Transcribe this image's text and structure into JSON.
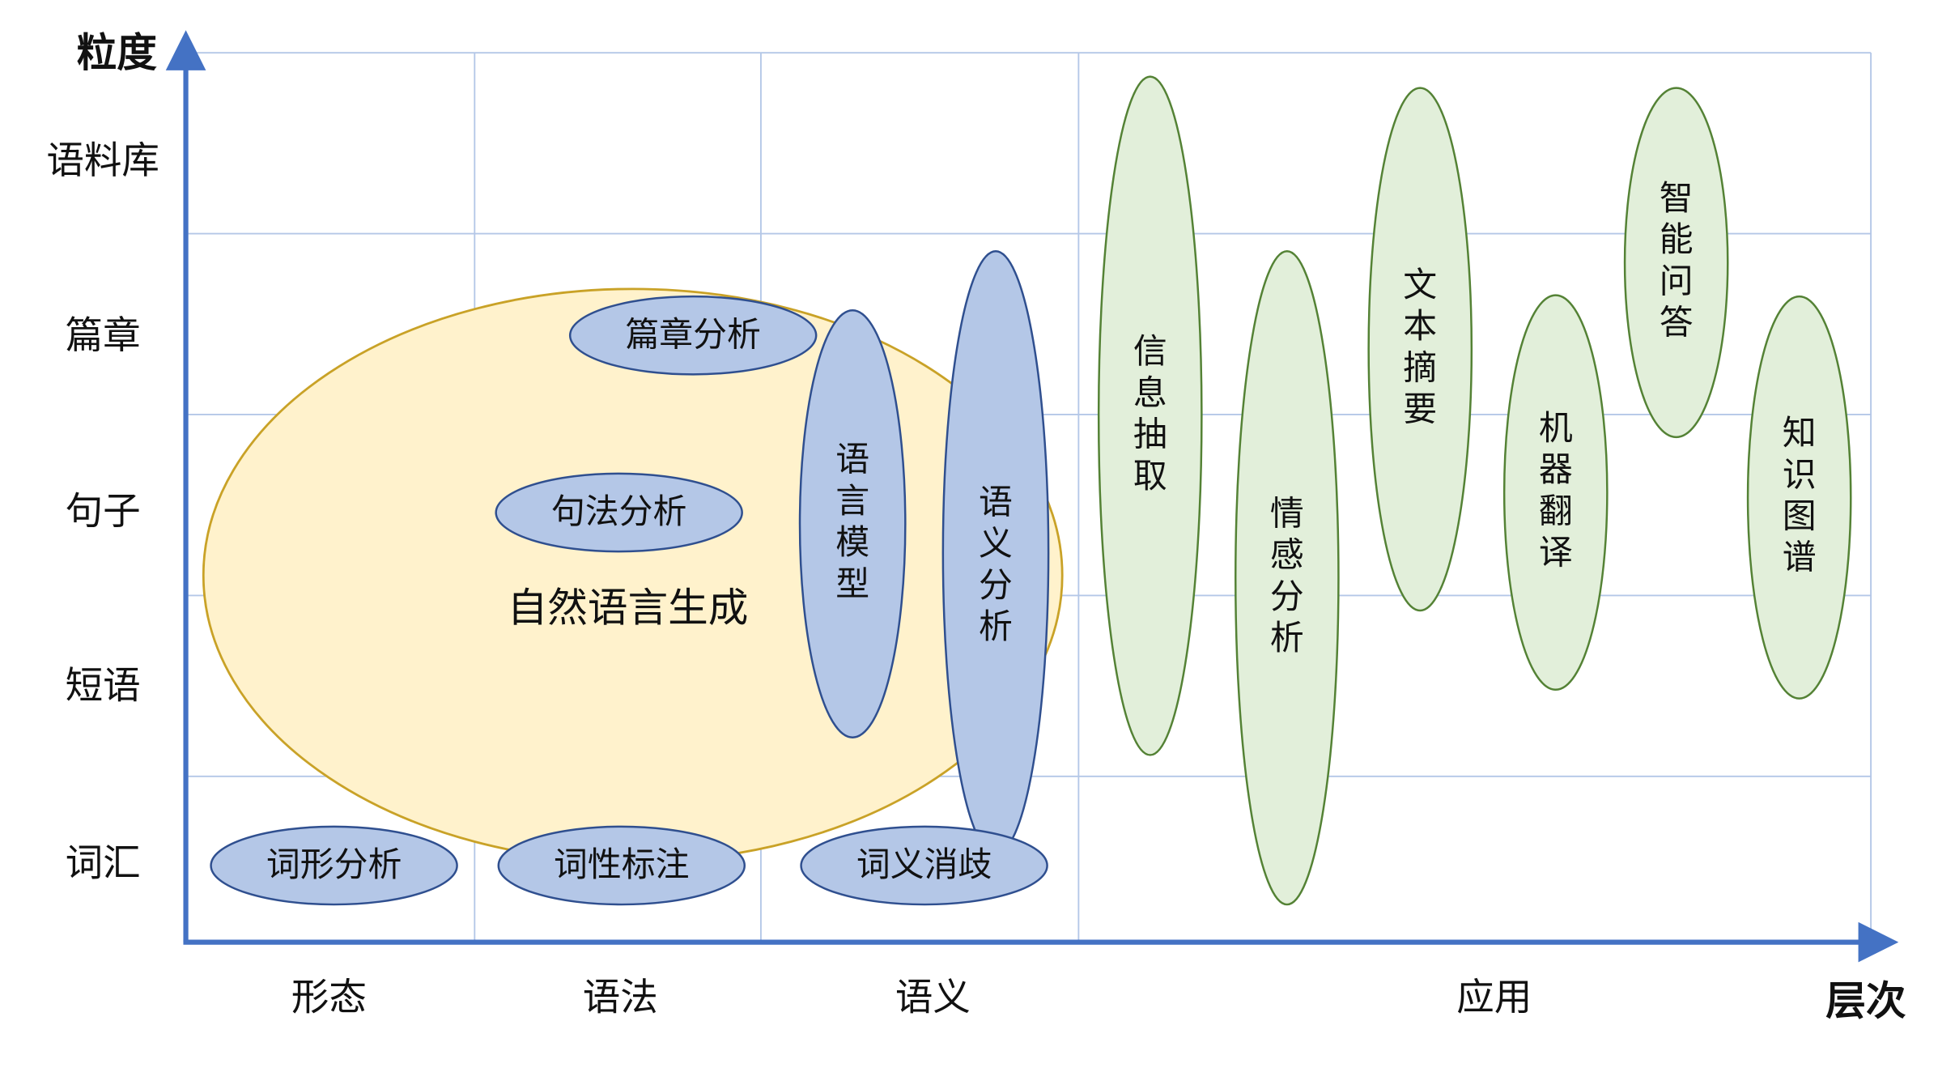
{
  "axes": {
    "y_title": "粒度",
    "x_title": "层次",
    "y_ticks": [
      "语料库",
      "篇章",
      "句子",
      "短语",
      "词汇"
    ],
    "x_ticks": [
      "形态",
      "语法",
      "语义",
      "应用"
    ]
  },
  "regions": {
    "nlg": "自然语言生成"
  },
  "blue_items": {
    "discourse": "篇章分析",
    "syntax": "句法分析",
    "language_model": "语言模型",
    "semantic_analysis": "语义分析",
    "morphology": "词形分析",
    "pos_tagging": "词性标注",
    "wsd": "词义消歧"
  },
  "green_items": {
    "ie": "信息抽取",
    "sentiment": "情感分析",
    "summarization": "文本摘要",
    "mt": "机器翻译",
    "qa": "智能问答",
    "kg": "知识图谱"
  },
  "colors": {
    "axis": "#4472c4",
    "grid": "#b4c7e7",
    "nlg_fill": "#fff2cc",
    "nlg_stroke": "#c9a227",
    "blue_fill": "#b4c7e7",
    "blue_stroke": "#2f4f8f",
    "green_fill": "#e2efda",
    "green_stroke": "#548235"
  }
}
